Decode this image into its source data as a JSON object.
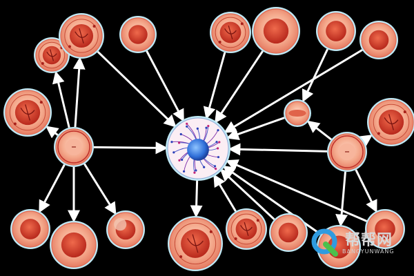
{
  "diagram": {
    "center_cell": {
      "id": "center",
      "name": "neuron-center-cell"
    },
    "cells": [
      {
        "id": "c1",
        "kind": "detailed"
      },
      {
        "id": "c2",
        "kind": "plain"
      },
      {
        "id": "c3",
        "kind": "detailed"
      },
      {
        "id": "c4",
        "kind": "detailed"
      },
      {
        "id": "c5",
        "kind": "plain"
      },
      {
        "id": "c6",
        "kind": "plain"
      },
      {
        "id": "c7",
        "kind": "plain"
      },
      {
        "id": "c8",
        "kind": "detailed"
      },
      {
        "id": "c9",
        "kind": "hub"
      },
      {
        "id": "c10",
        "kind": "plain"
      },
      {
        "id": "c11",
        "kind": "detailed"
      },
      {
        "id": "c12",
        "kind": "plain"
      },
      {
        "id": "c13",
        "kind": "detailed"
      },
      {
        "id": "c14",
        "kind": "plain"
      },
      {
        "id": "c15",
        "kind": "plain"
      },
      {
        "id": "c16",
        "kind": "hub"
      },
      {
        "id": "c17",
        "kind": "detailed"
      },
      {
        "id": "c18",
        "kind": "lens"
      },
      {
        "id": "c19",
        "kind": "plain"
      },
      {
        "id": "c20",
        "kind": "partial"
      }
    ],
    "links": [
      [
        "c9",
        "center"
      ],
      [
        "c2",
        "center"
      ],
      [
        "c3",
        "center"
      ],
      [
        "c4",
        "center"
      ],
      [
        "c5",
        "center"
      ],
      [
        "c7",
        "center"
      ],
      [
        "c18",
        "center"
      ],
      [
        "c16",
        "center"
      ],
      [
        "c13",
        "center"
      ],
      [
        "c14",
        "center"
      ],
      [
        "c15",
        "center"
      ],
      [
        "c19",
        "center"
      ],
      [
        "center",
        "c11"
      ],
      [
        "c9",
        "c1"
      ],
      [
        "c9",
        "c8"
      ],
      [
        "c9",
        "c12"
      ],
      [
        "c9",
        "c10"
      ],
      [
        "c9",
        "c3"
      ],
      [
        "c9",
        "c20"
      ],
      [
        "c16",
        "c17"
      ],
      [
        "c16",
        "c15"
      ],
      [
        "c16",
        "c19"
      ],
      [
        "c16",
        "c18"
      ],
      [
        "c6",
        "c18"
      ]
    ]
  },
  "watermark": {
    "title": "帮帮网",
    "subtitle": "BANGYUNWANG",
    "colors": {
      "q_blue": "#2f9be0",
      "q_green": "#4cc04c"
    }
  },
  "colors": {
    "background": "#000000",
    "cell_ring": "#bfe8f4",
    "cell_fill": "#f3a98e",
    "nucleus": "#d8412c",
    "center_core": "#3a7fe0",
    "link": "#ffffff"
  }
}
